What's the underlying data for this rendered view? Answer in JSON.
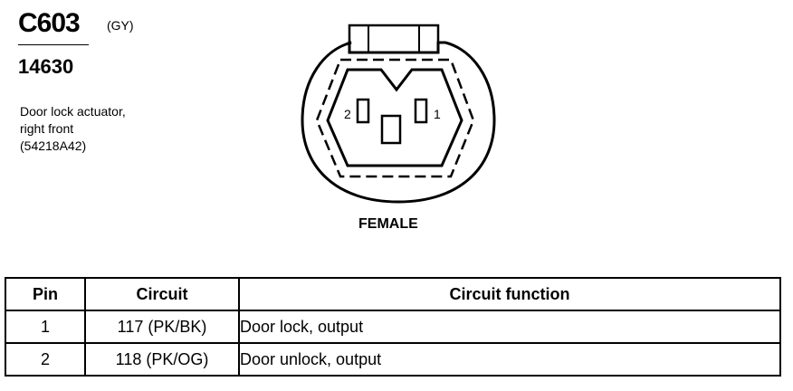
{
  "connector": {
    "id": "C603",
    "color_code": "(GY)",
    "part_number": "14630",
    "description_lines": [
      "Door lock actuator,",
      "right front",
      "(54218A42)"
    ],
    "gender": "FEMALE",
    "pin_labels": [
      "2",
      "1"
    ]
  },
  "pin_table": {
    "headers": [
      "Pin",
      "Circuit",
      "Circuit function"
    ],
    "rows": [
      {
        "pin": "1",
        "circuit": "117 (PK/BK)",
        "function": "Door lock, output"
      },
      {
        "pin": "2",
        "circuit": "118 (PK/OG)",
        "function": "Door unlock, output"
      }
    ]
  }
}
